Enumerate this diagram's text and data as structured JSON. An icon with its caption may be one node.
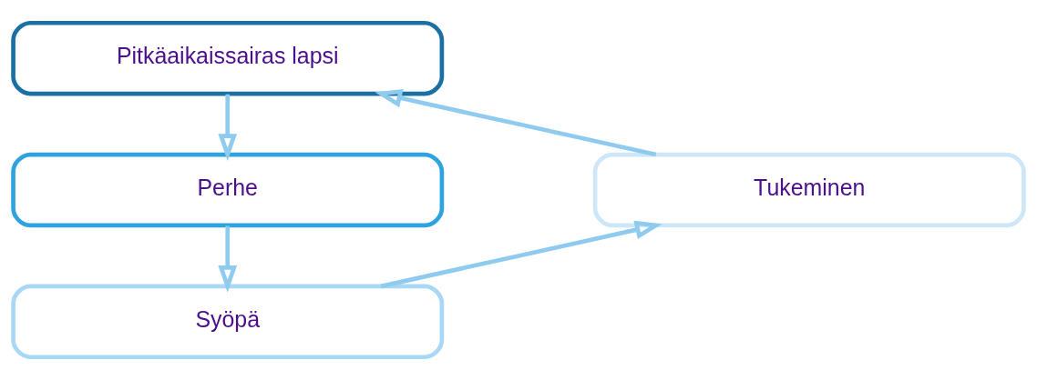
{
  "diagram": {
    "nodes": [
      {
        "text": [
          "Pitkäaikaissairas lapsi"
        ]
      },
      {
        "text": [
          "Perhe"
        ]
      },
      {
        "text": [
          "Syöpä"
        ]
      },
      {
        "text": [
          "Tukeminen"
        ]
      }
    ],
    "edges": [
      {
        "from": 0,
        "to": 1,
        "arrow": "to"
      },
      {
        "from": 1,
        "to": 2,
        "arrow": "to"
      },
      {
        "from": 2,
        "to": 3,
        "arrow": "to"
      },
      {
        "from": 3,
        "to": 0,
        "arrow": "to"
      }
    ]
  }
}
